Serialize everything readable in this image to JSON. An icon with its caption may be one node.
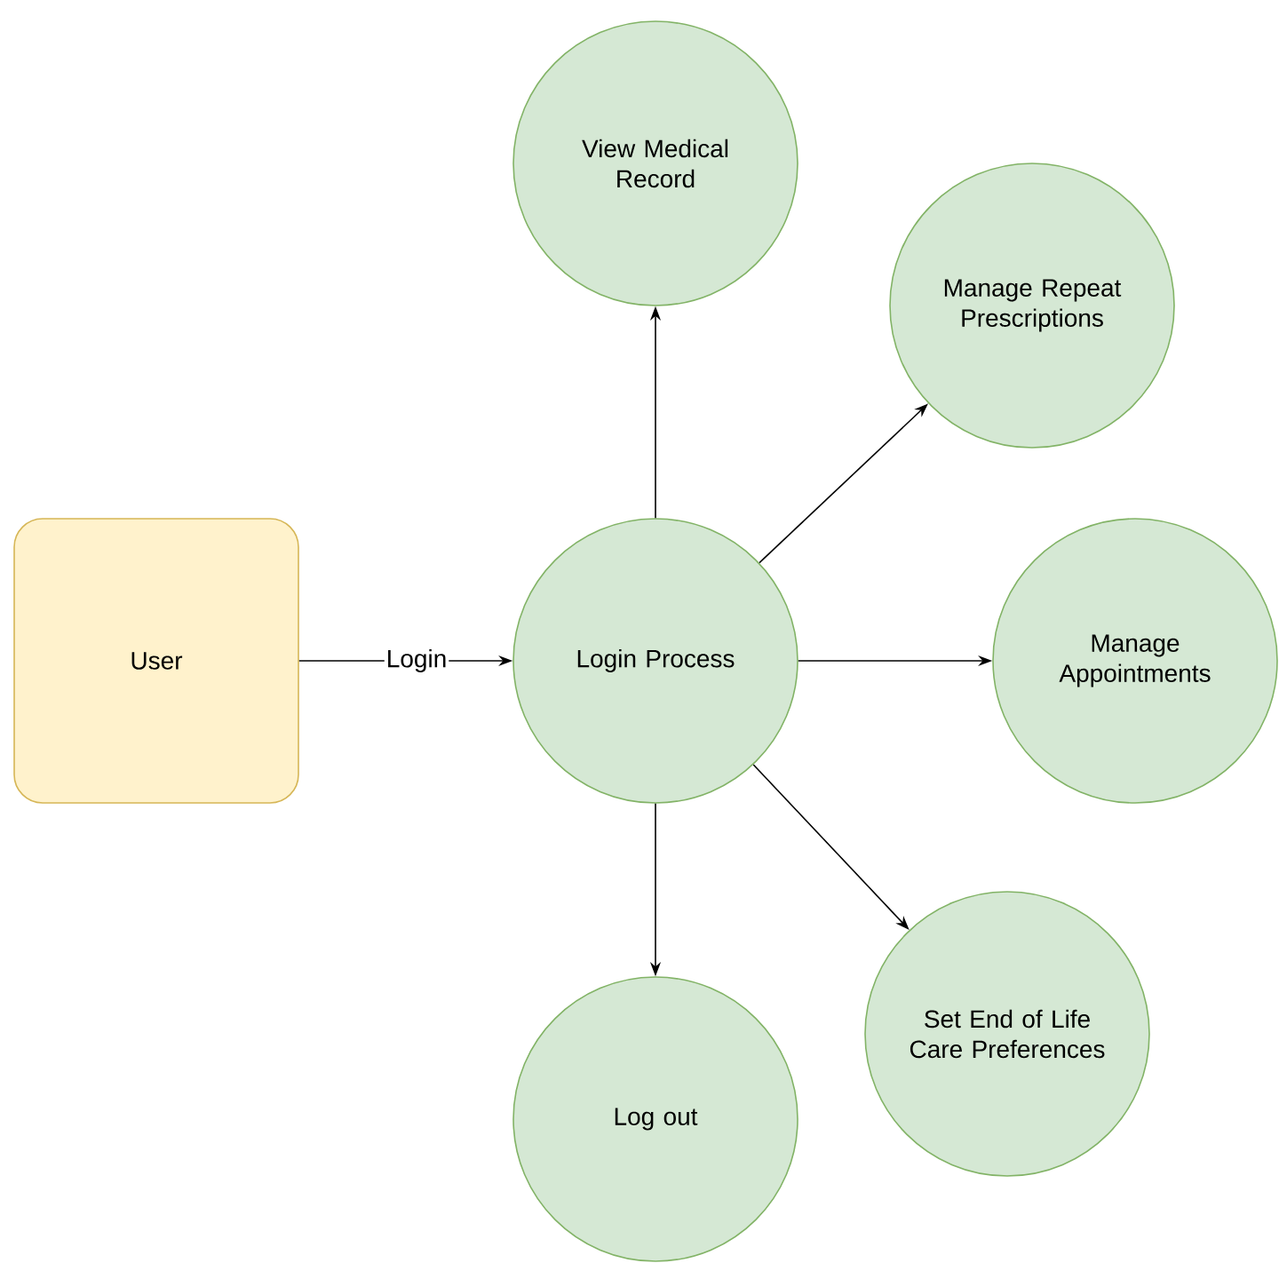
{
  "diagram": {
    "nodes": [
      {
        "text": [
          "User"
        ]
      },
      {
        "text": [
          "Login Process"
        ]
      },
      {
        "text": [
          "View Medical Record"
        ]
      },
      {
        "text": [
          "Manage Repeat Prescriptions"
        ]
      },
      {
        "text": [
          "Manage Appointments"
        ]
      },
      {
        "text": [
          "Set End of Life Care Preferences"
        ]
      },
      {
        "text": [
          "Log out"
        ]
      }
    ],
    "edges": [
      {
        "from": 0,
        "to": 1,
        "arrow": "to",
        "label": "Login"
      },
      {
        "from": 1,
        "to": 2,
        "arrow": "to"
      },
      {
        "from": 1,
        "to": 3,
        "arrow": "to"
      },
      {
        "from": 1,
        "to": 4,
        "arrow": "to"
      },
      {
        "from": 1,
        "to": 5,
        "arrow": "to"
      },
      {
        "from": 1,
        "to": 6,
        "arrow": "to"
      }
    ]
  }
}
